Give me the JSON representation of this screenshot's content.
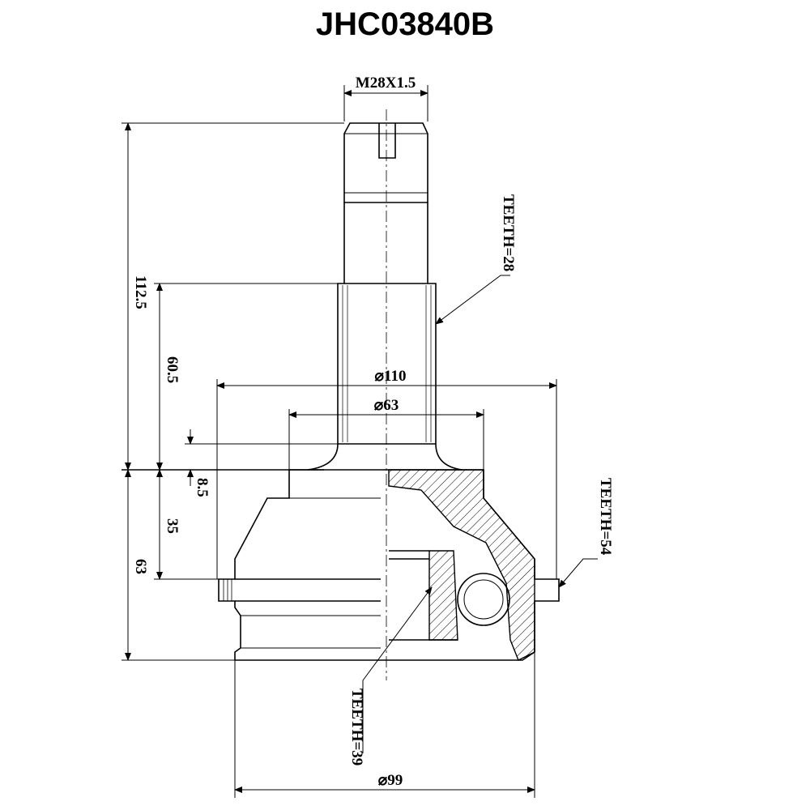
{
  "title": "JHC03840B",
  "dimensions": {
    "thread": "M28X1.5",
    "teeth_shaft": "TEETH=28",
    "teeth_ring": "TEETH=54",
    "teeth_inner": "TEETH=39",
    "total_length": "112.5",
    "shaft_length": "60.5",
    "offset": "8.5",
    "body_length_35": "35",
    "body_length_63": "63",
    "dia_110": "⌀110",
    "dia_63": "⌀63",
    "dia_99": "⌀99"
  }
}
